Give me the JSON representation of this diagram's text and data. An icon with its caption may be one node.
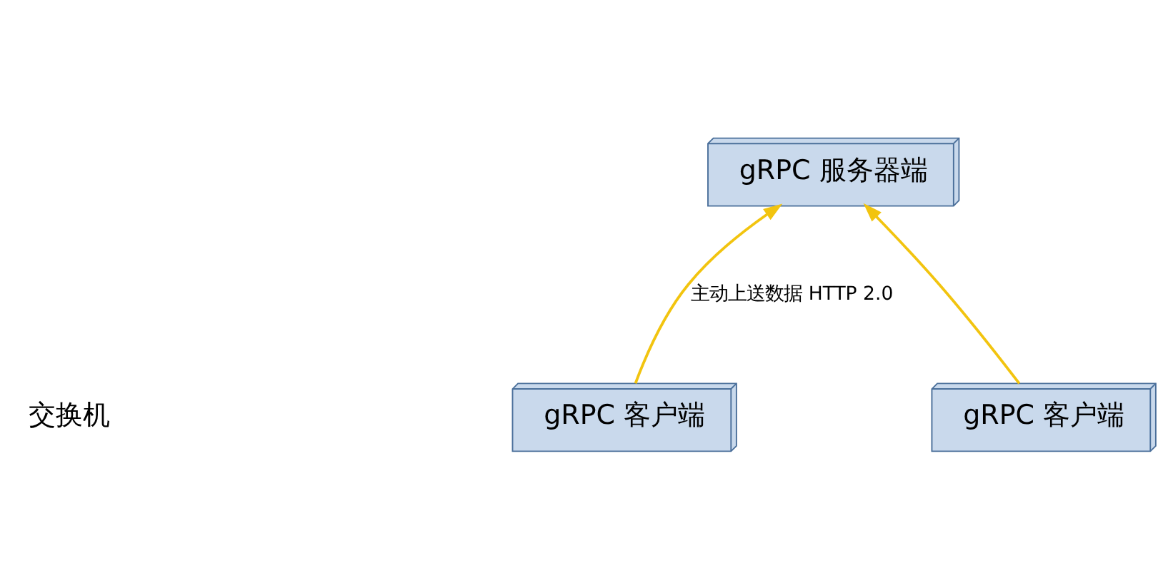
{
  "diagram": {
    "nodes": [
      {
        "text": [
          "gRPC 服务器端"
        ]
      },
      {
        "text": [
          "gRPC 客户端"
        ]
      },
      {
        "text": [
          "gRPC 客户端"
        ]
      }
    ],
    "edges": [
      {
        "from": 1,
        "to": 0,
        "arrow": "to",
        "label": "主动上送数据 HTTP 2.0",
        "color": "#f2c40f"
      },
      {
        "from": 2,
        "to": 0,
        "arrow": "to",
        "color": "#f2c40f"
      }
    ],
    "labels": [
      "交换机"
    ]
  }
}
